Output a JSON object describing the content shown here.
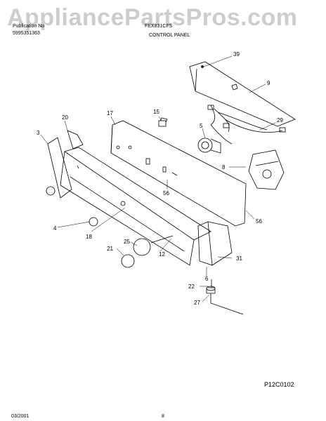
{
  "header": {
    "watermark": "AppliancePartsPros.com",
    "line1_left": "Publication No",
    "line2_left": "5995351363",
    "line1_model": "FEX831CFS",
    "section_title": "CONTROL PANEL"
  },
  "part_numbers": [
    "39",
    "9",
    "15",
    "17",
    "20",
    "3",
    "5",
    "29",
    "8",
    "56",
    "4",
    "18",
    "25",
    "21",
    "12",
    "31",
    "6",
    "22",
    "27"
  ],
  "figure_code": "P12C0102",
  "footer": {
    "date": "03/2001",
    "page": "8"
  }
}
